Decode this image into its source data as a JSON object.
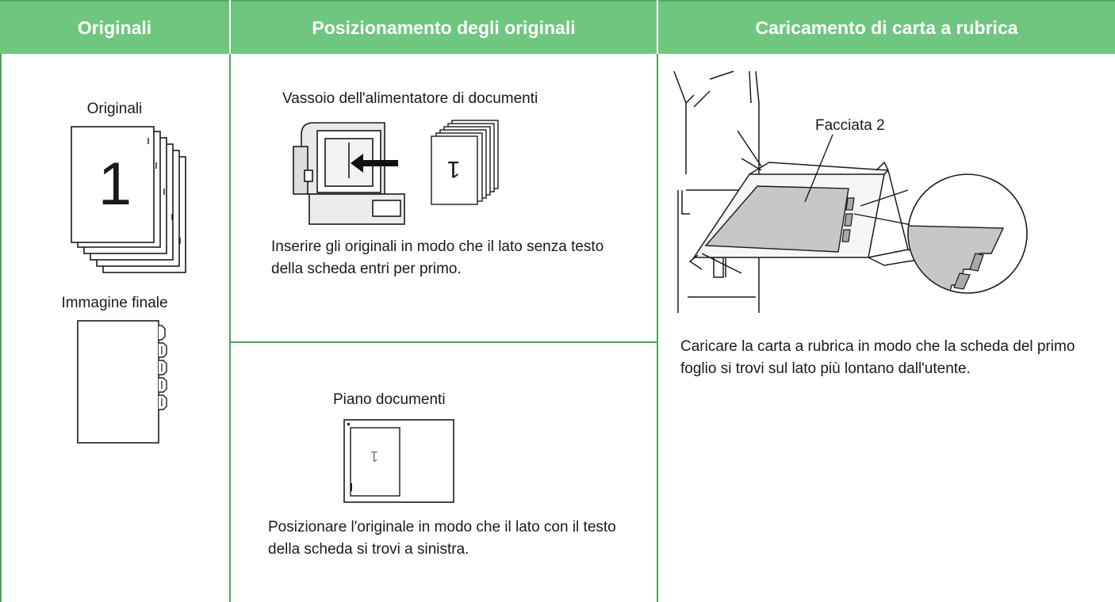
{
  "headers": {
    "col1": "Originali",
    "col2": "Posizionamento degli originali",
    "col3": "Caricamento di carta a rubrica"
  },
  "col1": {
    "originals_label": "Originali",
    "page_number": "1",
    "final_image_label": "Immagine finale"
  },
  "col2": {
    "feeder_title": "Vassoio dell'alimentatore di documenti",
    "feeder_page_glyph": "1",
    "feeder_desc": "Inserire gli originali in modo che il lato senza testo della scheda entri per primo.",
    "glass_title": "Piano documenti",
    "glass_page_glyph": "1",
    "glass_desc": "Posizionare l'originale in modo che il lato con il testo della scheda si trovi a sinistra."
  },
  "col3": {
    "callout_label": "Facciata 2",
    "desc": "Caricare la carta a rubrica in modo che la scheda del primo foglio si trovi sul lato più lontano dall'utente."
  },
  "colors": {
    "header_bg": "#6fc77f",
    "grid_line": "#4ea35b",
    "paper_gray": "#c7c7c7"
  }
}
